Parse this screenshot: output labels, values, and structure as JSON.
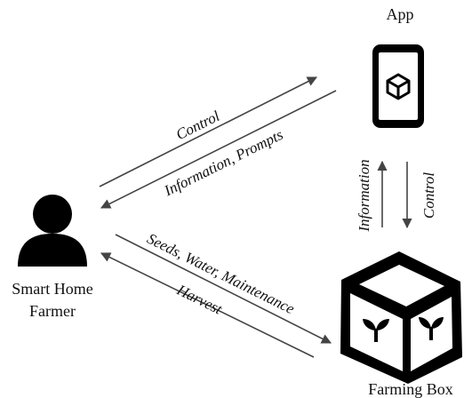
{
  "nodes": {
    "app": {
      "label": "App",
      "icon": "smartphone-icon"
    },
    "farmer": {
      "label_line1": "Smart Home",
      "label_line2": "Farmer",
      "icon": "person-icon"
    },
    "box": {
      "label": "Farming Box",
      "icon": "crate-with-sprouts-icon"
    }
  },
  "edges": {
    "farmer_to_app": "Control",
    "app_to_farmer": "Information, Prompts",
    "farmer_to_box": "Seeds, Water, Maintenance",
    "box_to_farmer": "Harvest",
    "box_to_app": "Information",
    "app_to_box": "Control"
  },
  "colors": {
    "ink": "#000000",
    "arrow": "#444444",
    "text": "#111111"
  }
}
